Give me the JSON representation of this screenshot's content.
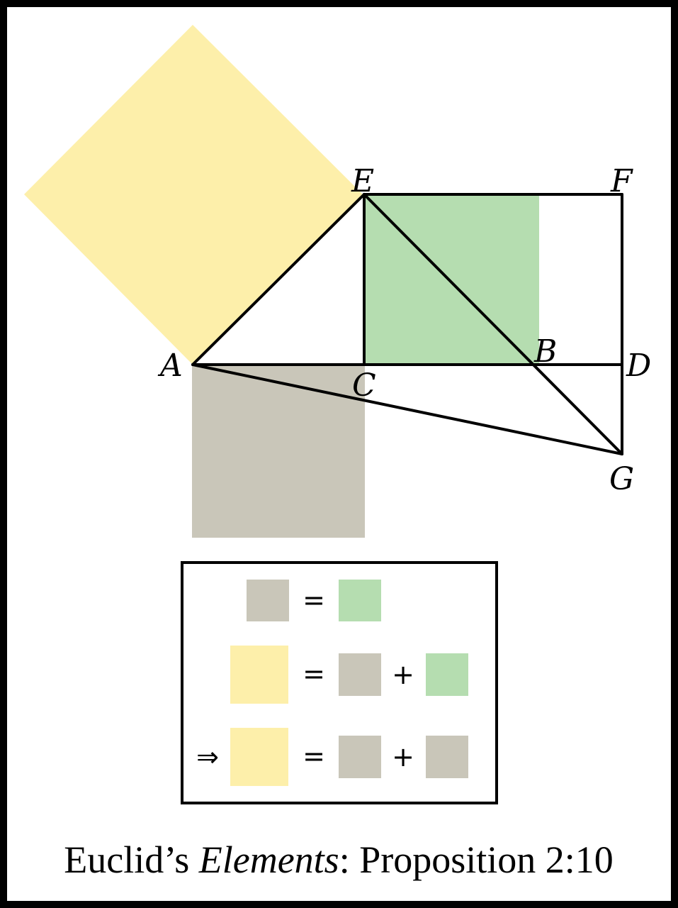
{
  "colors": {
    "yellow": "#fdefaa",
    "green": "#b5ddb0",
    "gray": "#c9c6b9",
    "stroke": "#000000",
    "background": "#ffffff"
  },
  "points": {
    "A": "A",
    "B": "B",
    "C": "C",
    "D": "D",
    "E": "E",
    "F": "F",
    "G": "G"
  },
  "legend": {
    "row1": {
      "equals": "="
    },
    "row2": {
      "equals": "=",
      "plus": "+"
    },
    "row3": {
      "implies": "⇒",
      "equals": "=",
      "plus": "+"
    }
  },
  "caption": {
    "prefix": "Euclid’s ",
    "title": "Elements",
    "suffix": ": Proposition 2:10"
  }
}
